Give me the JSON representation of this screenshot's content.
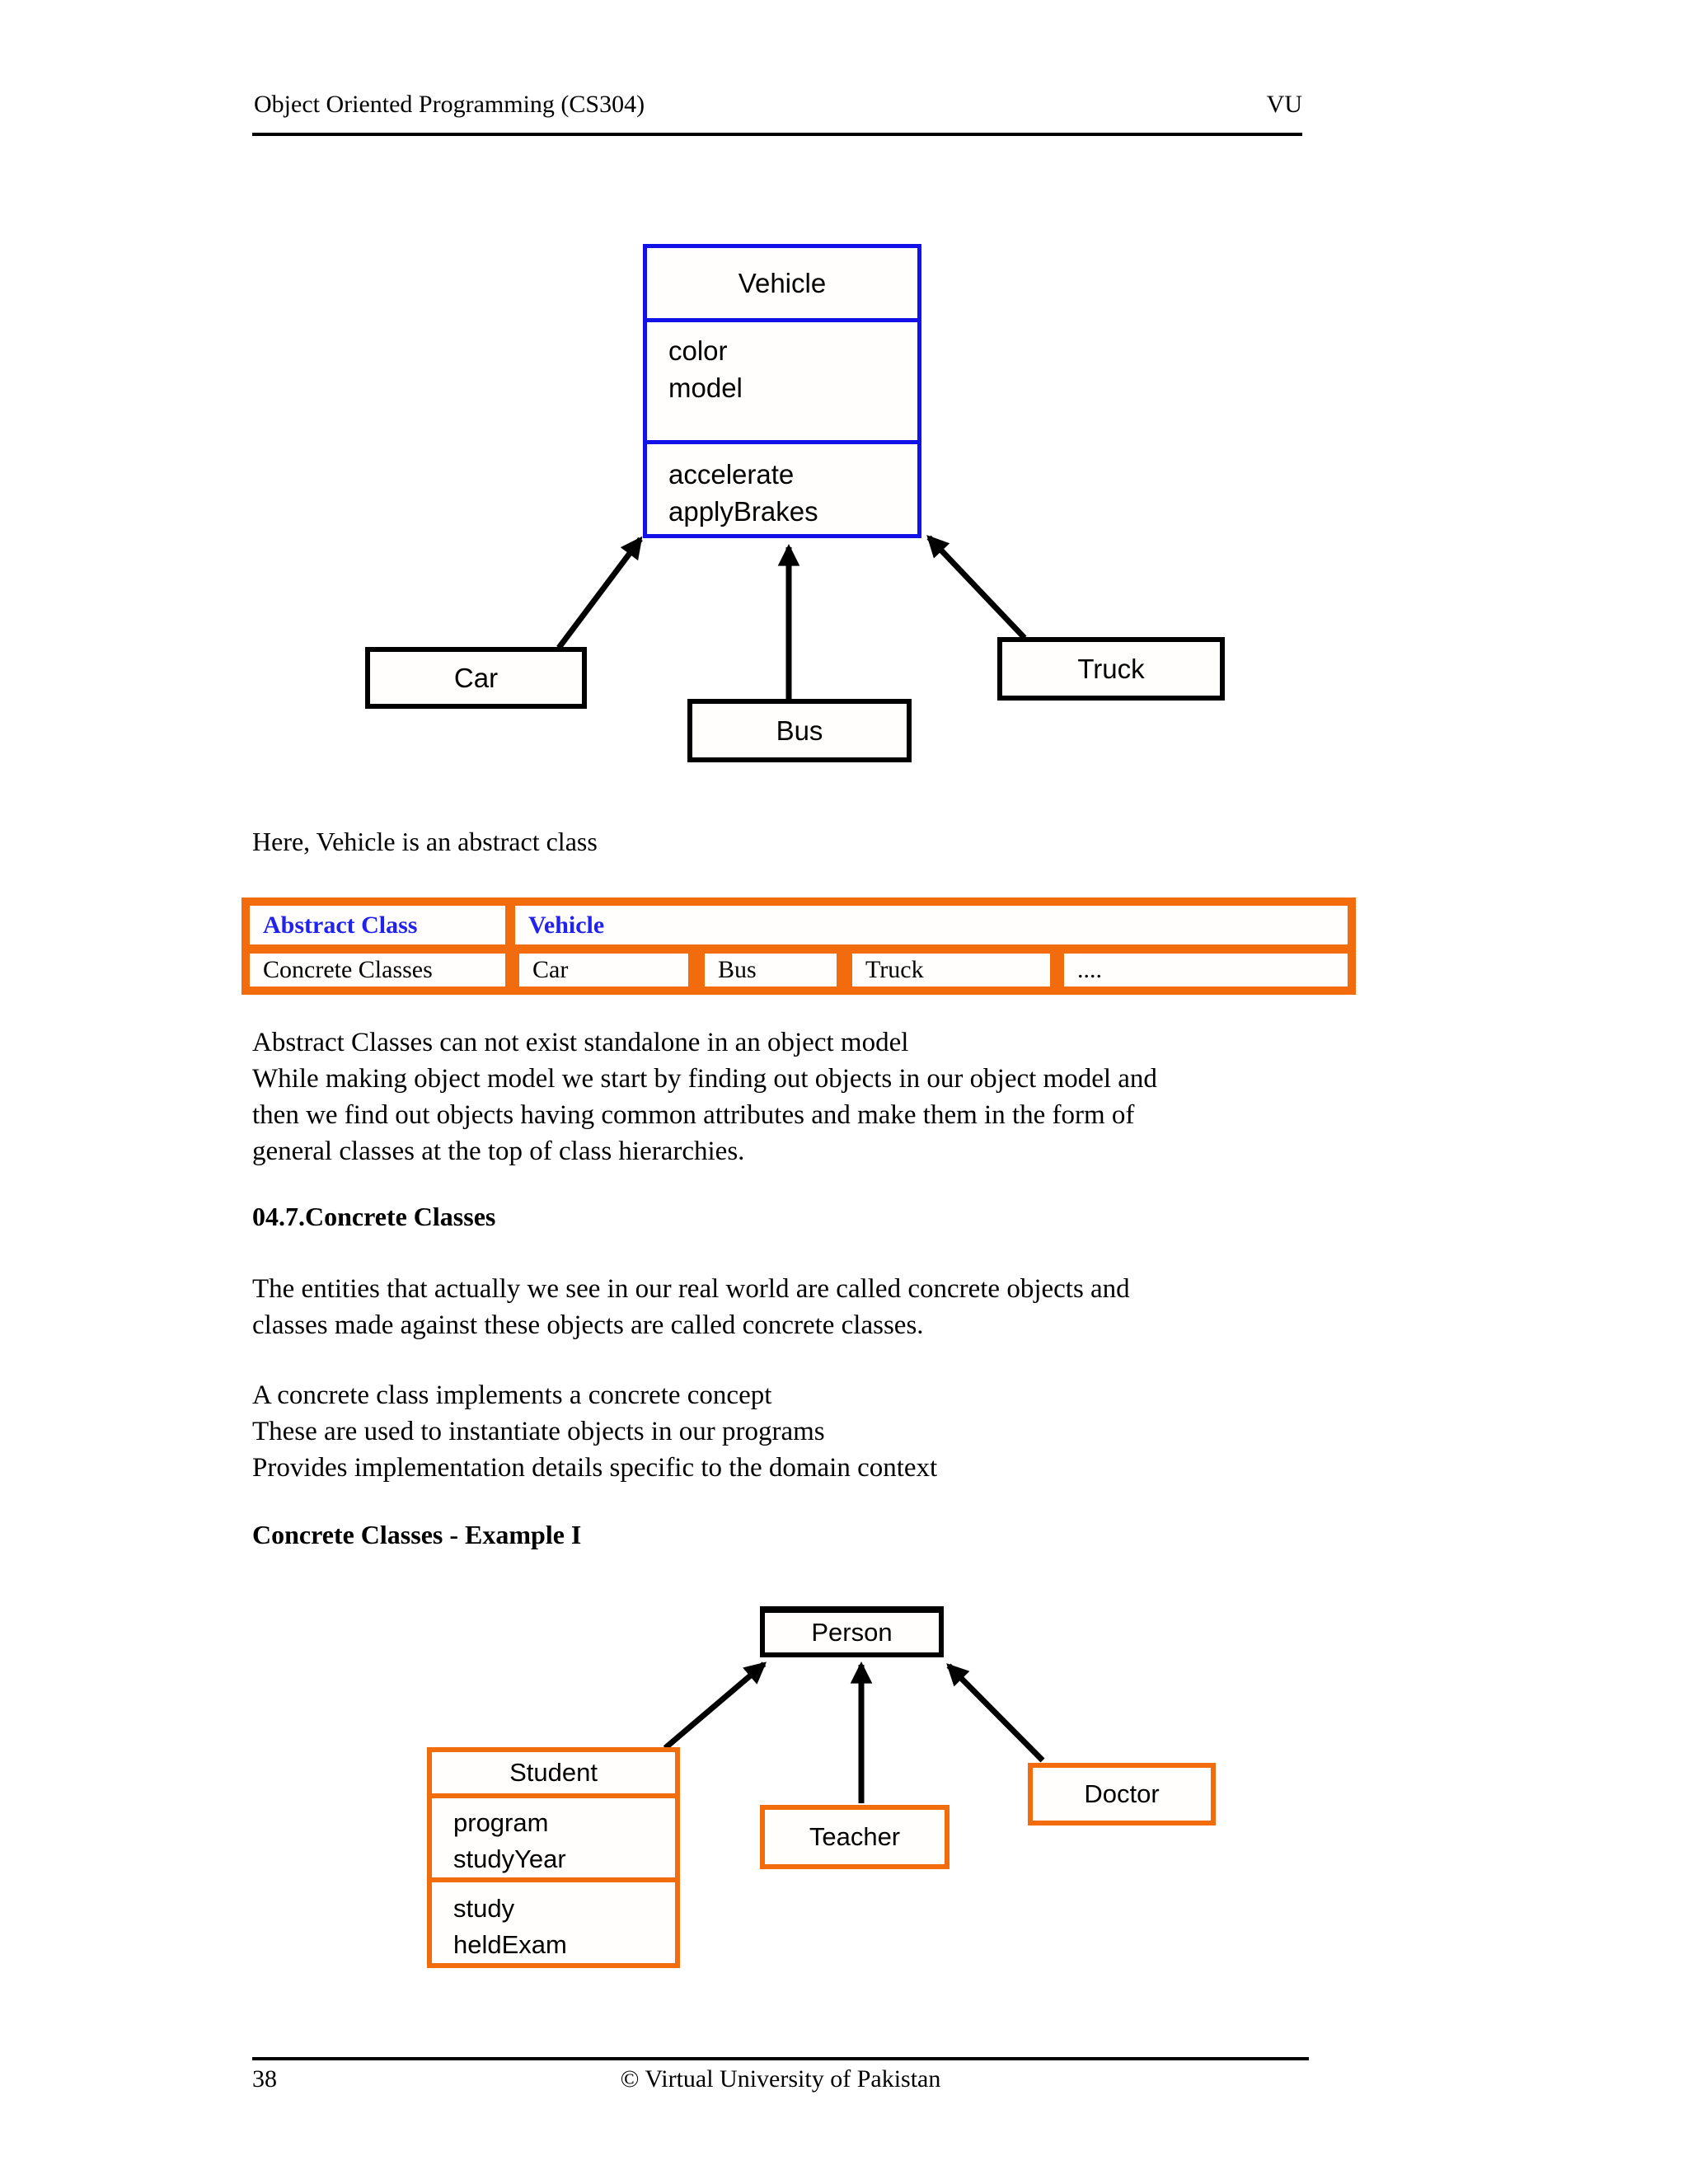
{
  "header": {
    "title": "Object Oriented Programming (CS304)",
    "mark": "VU"
  },
  "vehicle_diagram": {
    "class_name": "Vehicle",
    "attributes": "color\nmodel",
    "operations": "accelerate\napplyBrakes",
    "border_color": "#1111e8",
    "subclasses": {
      "car": "Car",
      "bus": "Bus",
      "truck": "Truck"
    }
  },
  "caption": "Here, Vehicle is an abstract class",
  "summary_table": {
    "orange_border_color": "#f26b0d",
    "blue_text_color": "#2222ee",
    "abstract_label": "Abstract Class",
    "abstract_value": "Vehicle",
    "concrete_label": "Concrete Classes",
    "concrete_cells": [
      "Car",
      "Bus",
      "Truck",
      "...."
    ]
  },
  "paragraphs": {
    "abstract": "Abstract Classes can not exist standalone in an object model\nWhile making object model we start by finding out objects in our object model and\nthen we find out objects having common attributes and make them in the form of\ngeneral classes at the top of class hierarchies.",
    "entities": "The entities that actually we see in our real world are called concrete objects and\nclasses made against these objects are called concrete classes.",
    "points": "A concrete class implements a concrete concept\nThese are used to instantiate objects in our programs\nProvides implementation details specific to the domain context"
  },
  "headings": {
    "concrete": "04.7.Concrete Classes",
    "example": "Concrete Classes - Example I"
  },
  "person_diagram": {
    "class_name": "Person",
    "student": {
      "title": "Student",
      "attributes": "program\nstudyYear",
      "operations": "study\nheldExam"
    },
    "teacher": "Teacher",
    "doctor": "Doctor",
    "border_color": "#f26b0d"
  },
  "footer": {
    "page_number": "38",
    "copyright": "© Virtual University of Pakistan"
  }
}
